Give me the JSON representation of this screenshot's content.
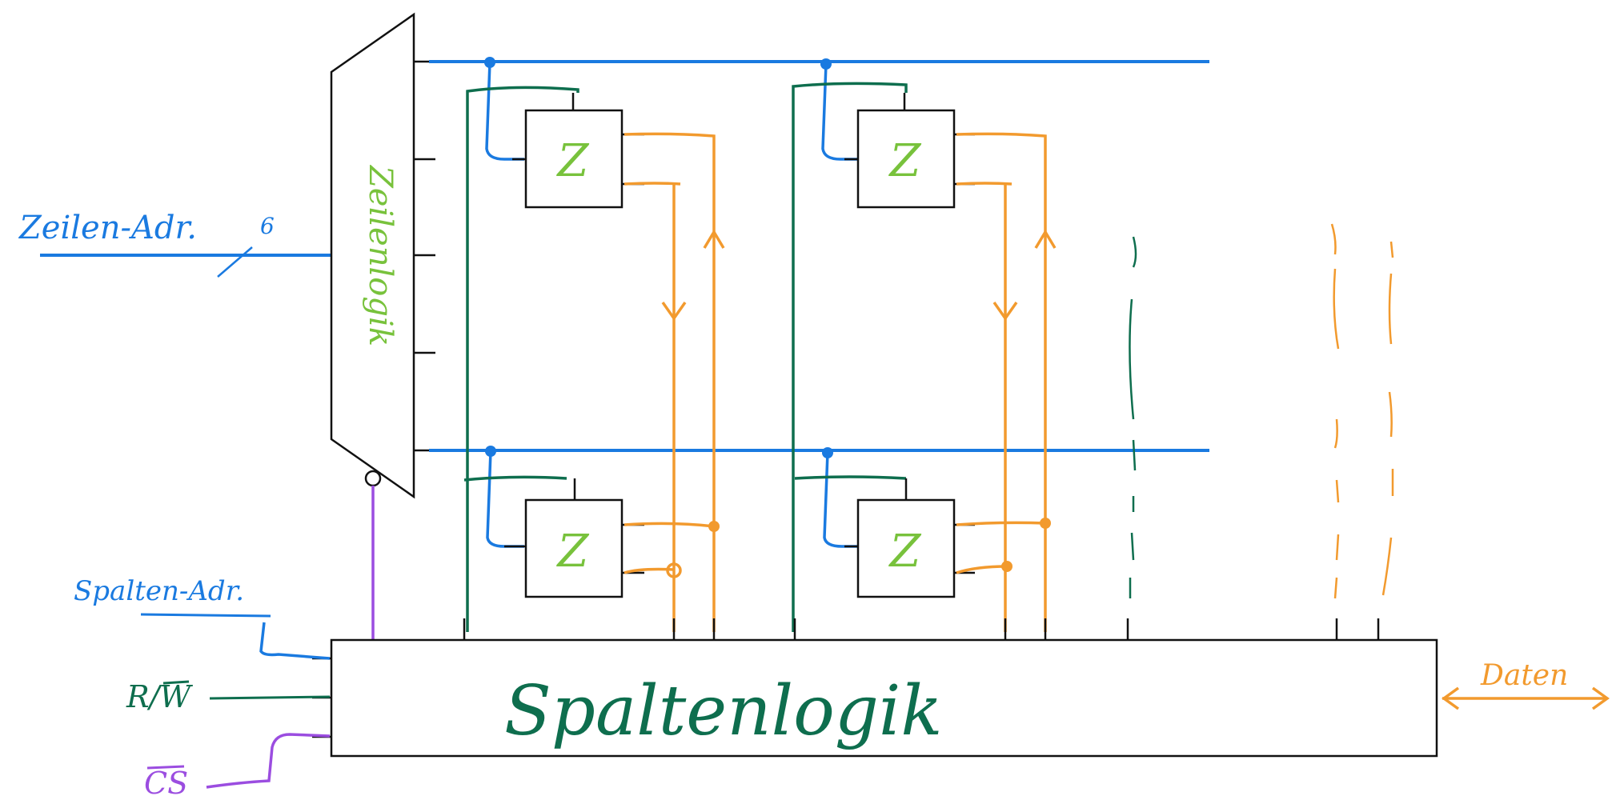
{
  "colors": {
    "blue": "#1a7ae0",
    "green": "#0e6e4e",
    "light_green": "#78c23c",
    "orange": "#f29a2e",
    "purple": "#9b4de0",
    "black": "#111111"
  },
  "labels": {
    "row_address": "Zeilen-Adr.",
    "row_bus_width": "6",
    "row_logic": "Zeilenlogik",
    "column_address": "Spalten-Adr.",
    "read_write": "R/W",
    "chip_select": "CS",
    "column_logic": "Spaltenlogik",
    "data": "Daten"
  },
  "cells": [
    "Z",
    "Z",
    "Z",
    "Z"
  ]
}
